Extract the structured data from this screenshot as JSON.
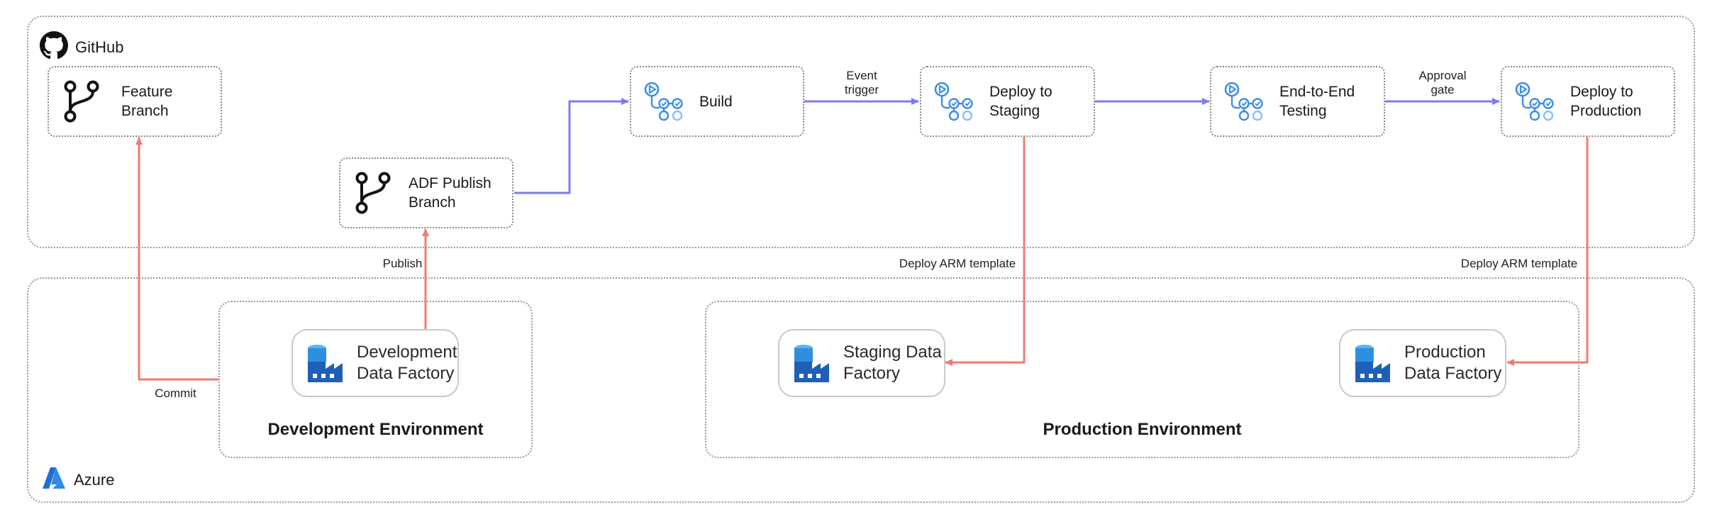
{
  "regions": {
    "github": {
      "label": "GitHub",
      "icon": "github-icon"
    },
    "azure": {
      "label": "Azure",
      "icon": "azure-icon"
    }
  },
  "environments": {
    "development": {
      "title": "Development Environment"
    },
    "production": {
      "title": "Production Environment"
    }
  },
  "nodes": {
    "feature_branch": {
      "label": "Feature Branch",
      "icon": "git-branch-icon"
    },
    "adf_publish_branch": {
      "label": "ADF Publish\nBranch",
      "icon": "git-branch-icon"
    },
    "build": {
      "label": "Build",
      "icon": "github-actions-workflow-icon"
    },
    "deploy_staging": {
      "label": "Deploy to\nStaging",
      "icon": "github-actions-workflow-icon"
    },
    "e2e_testing": {
      "label": "End-to-End\nTesting",
      "icon": "github-actions-workflow-icon"
    },
    "deploy_production": {
      "label": "Deploy to\nProduction",
      "icon": "github-actions-workflow-icon"
    }
  },
  "factories": {
    "development": {
      "label": "Development\nData Factory",
      "icon": "data-factory-icon"
    },
    "staging": {
      "label": "Staging Data\nFactory",
      "icon": "data-factory-icon"
    },
    "production": {
      "label": "Production\nData Factory",
      "icon": "data-factory-icon"
    }
  },
  "edge_labels": {
    "event_trigger": "Event\ntrigger",
    "approval_gate": "Approval\ngate",
    "publish": "Publish",
    "commit": "Commit",
    "deploy_arm_staging": "Deploy ARM template",
    "deploy_arm_production": "Deploy ARM template"
  },
  "colors": {
    "github_flow": "#7b7bf0",
    "azure_flow": "#f07b72",
    "border": "#9a9a9a",
    "icon_blue": "#3b8ee8",
    "azure_blue": "#1f6fd1"
  }
}
